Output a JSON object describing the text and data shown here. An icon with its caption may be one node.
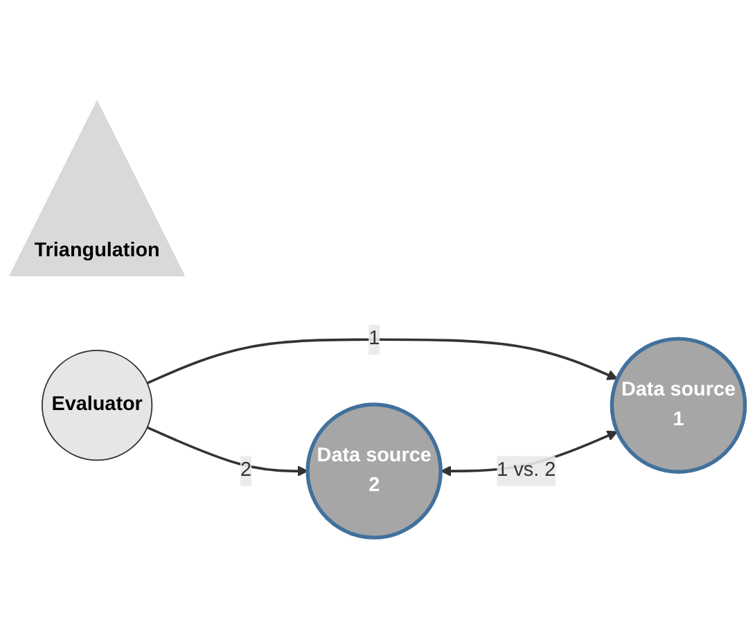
{
  "diagram": {
    "nodes": [
      {
        "text": [
          "Data source",
          "2"
        ]
      },
      {
        "text": [
          "Triangulation"
        ]
      },
      {
        "text": [
          "Evaluator"
        ]
      },
      {
        "text": [
          "Data source",
          "1"
        ]
      }
    ],
    "edges": [
      {
        "from": 2,
        "to": 0,
        "arrow": "to",
        "label": "2"
      },
      {
        "from": 2,
        "to": 3,
        "arrow": "to",
        "label": "1"
      },
      {
        "from": 0,
        "to": 3,
        "arrow": "both",
        "label": "1 vs. 2"
      }
    ]
  }
}
